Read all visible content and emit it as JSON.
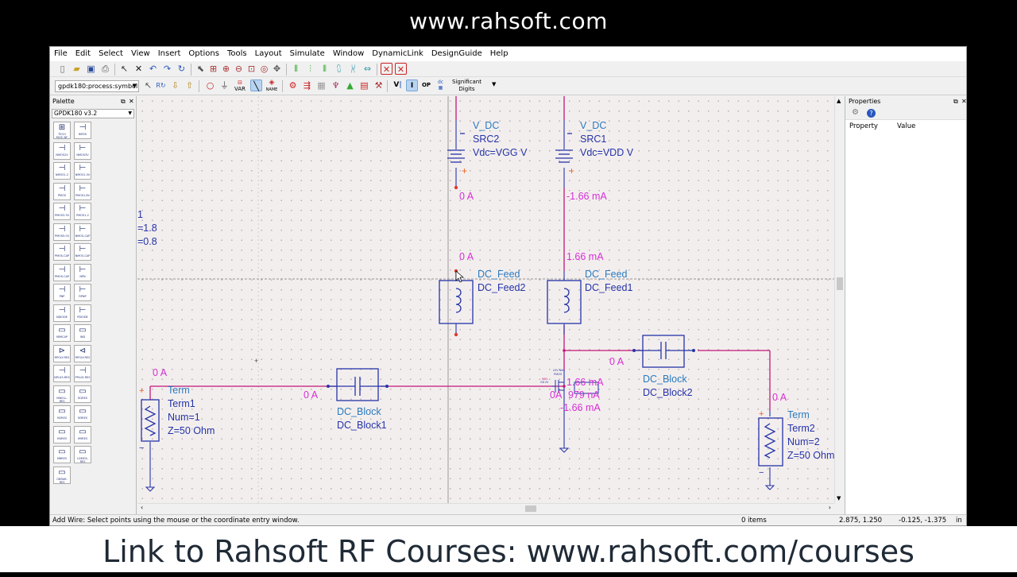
{
  "banner_top": "www.rahsoft.com",
  "banner_bottom": "Link to Rahsoft RF Courses: www.rahsoft.com/courses",
  "menu": [
    "File",
    "Edit",
    "Select",
    "View",
    "Insert",
    "Options",
    "Tools",
    "Layout",
    "Simulate",
    "Window",
    "DynamicLink",
    "DesignGuide",
    "Help"
  ],
  "toolbar": {
    "library_select": "gpdk180:process:symbol",
    "var_label": "VAR",
    "name_label": "NAME",
    "sig_digits_label_1": "Significant",
    "sig_digits_label_2": "Digits",
    "v_label": "V",
    "i_label": "I",
    "op_label": "OP",
    "dc_label": "dc"
  },
  "palette": {
    "title": "Palette",
    "library": "GPDK180 v3.2",
    "items": [
      "TECH\nMOS_NF\nINCLUDE",
      "BM3S",
      "NMOS2V",
      "NMOS3V",
      "NMOS1.2",
      "NMOS1.5V",
      "PMOS",
      "PMOS1.8V",
      "PMOS3.3V",
      "PMOS1.2",
      "PMOS5.0V",
      "NMOS-CAP",
      "PMOS-CAP",
      "NMOS-CAP",
      "PMOS-CAP",
      "NPN",
      "PNP",
      "RPNP",
      "NDIODE",
      "PDIODE",
      "MIMCAP",
      "IND",
      "RPOLY-RES",
      "RPOLY-RES",
      "NPLUS-RES",
      "PPLUS-RES",
      "NWELL-RES",
      "M1RES",
      "M2RES",
      "M3RES",
      "M4RES",
      "M5RES",
      "M6RES",
      "LDMOS-RES",
      "OBRAR-RES"
    ]
  },
  "properties": {
    "title": "Properties",
    "col_property": "Property",
    "col_value": "Value"
  },
  "status": {
    "message": "Add Wire: Select points using the mouse or the coordinate entry window.",
    "items": "0 items",
    "coord1": "2.875, 1.250",
    "coord2": "-0.125, -1.375",
    "units": "in"
  },
  "schematic": {
    "var_block": [
      "1",
      "=1.8",
      "=0.8"
    ],
    "src2": {
      "type": "V_DC",
      "name": "SRC2",
      "value": "Vdc=VGG V",
      "current": "0 A"
    },
    "src1": {
      "type": "V_DC",
      "name": "SRC1",
      "value": "Vdc=VDD V",
      "current": "-1.66 mA"
    },
    "feed2": {
      "type": "DC_Feed",
      "name": "DC_Feed2",
      "current": "0 A"
    },
    "feed1": {
      "type": "DC_Feed",
      "name": "DC_Feed1",
      "current": "1.66 mA"
    },
    "block1": {
      "type": "DC_Block",
      "name": "DC_Block1",
      "current": "0 A"
    },
    "block2": {
      "type": "DC_Block",
      "name": "DC_Block2",
      "current": "0 A"
    },
    "term1": {
      "type": "Term",
      "name": "Term1",
      "num": "Num=1",
      "z": "Z=50 Ohm",
      "current": "0 A"
    },
    "term2": {
      "type": "Term",
      "name": "Term2",
      "num": "Num=2",
      "z": "Z=50 Ohm",
      "current": "0 A"
    },
    "transistor": {
      "drain": "1.66 mA",
      "gate": "0A",
      "bulk": "979 nA",
      "source": "-1.66 mA"
    },
    "term2_current": "0 A"
  }
}
